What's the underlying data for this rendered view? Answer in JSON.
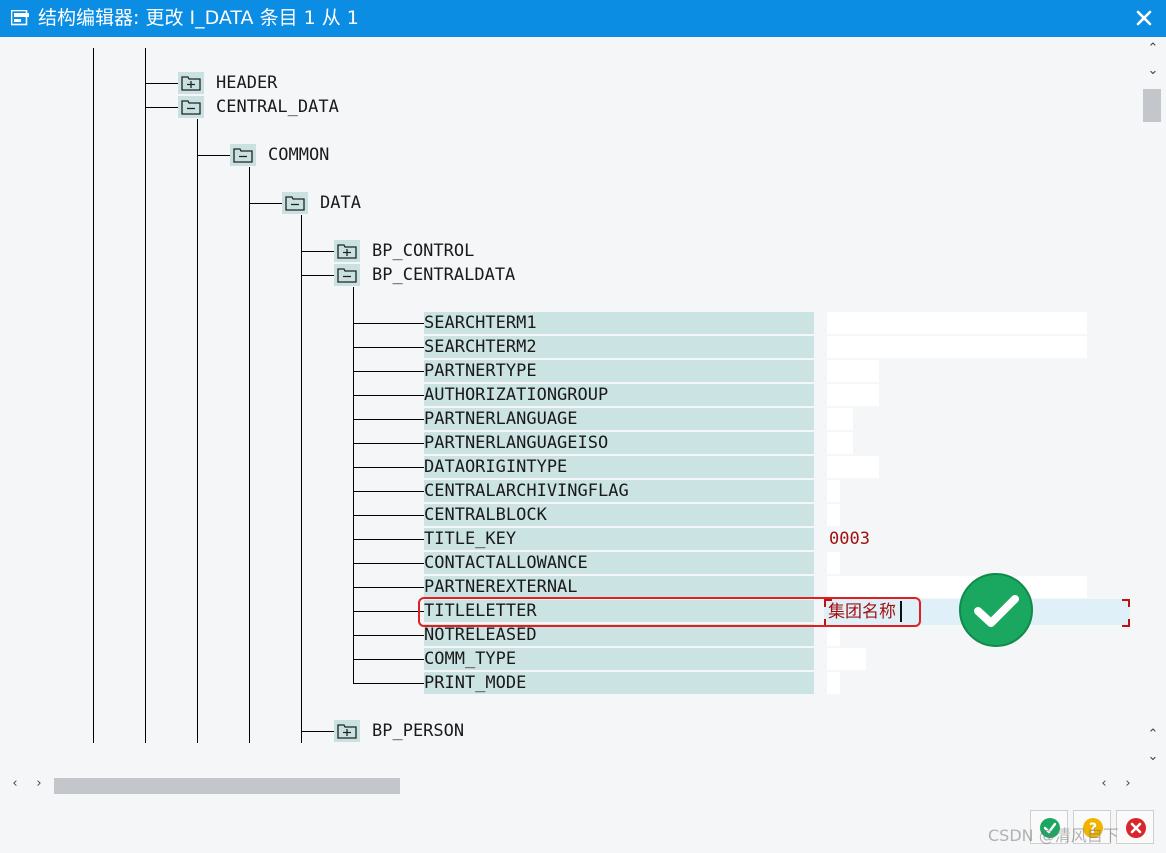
{
  "window": {
    "title": "结构编辑器: 更改 I_DATA 条目 1 从 1"
  },
  "icons": {
    "title": "structure-editor-icon",
    "close": "close-icon",
    "expand": "plus-folder-icon",
    "collapse": "minus-folder-icon",
    "confirm": "check-icon",
    "help": "question-icon",
    "cancel": "cancel-icon"
  },
  "colors": {
    "titlebar": "#0a8de3",
    "node_highlight": "#c9e2e1",
    "value_text": "#a01010",
    "highlight_border": "#e02020",
    "success": "#1aa760"
  },
  "tree": {
    "header": "HEADER",
    "central_data": "CENTRAL_DATA",
    "common": "COMMON",
    "data": "DATA",
    "bp_control": "BP_CONTROL",
    "bp_centraldata": "BP_CENTRALDATA",
    "bp_person": "BP_PERSON"
  },
  "fields": [
    {
      "name": "SEARCHTERM1",
      "value": ""
    },
    {
      "name": "SEARCHTERM2",
      "value": ""
    },
    {
      "name": "PARTNERTYPE",
      "value": ""
    },
    {
      "name": "AUTHORIZATIONGROUP",
      "value": ""
    },
    {
      "name": "PARTNERLANGUAGE",
      "value": ""
    },
    {
      "name": "PARTNERLANGUAGEISO",
      "value": ""
    },
    {
      "name": "DATAORIGINTYPE",
      "value": ""
    },
    {
      "name": "CENTRALARCHIVINGFLAG",
      "value": ""
    },
    {
      "name": "CENTRALBLOCK",
      "value": ""
    },
    {
      "name": "TITLE_KEY",
      "value": "0003"
    },
    {
      "name": "CONTACTALLOWANCE",
      "value": ""
    },
    {
      "name": "PARTNEREXTERNAL",
      "value": ""
    },
    {
      "name": "TITLELETTER",
      "value": "集团名称"
    },
    {
      "name": "NOTRELEASED",
      "value": ""
    },
    {
      "name": "COMM_TYPE",
      "value": ""
    },
    {
      "name": "PRINT_MODE",
      "value": ""
    }
  ],
  "footer": {
    "watermark": "CSDN @清风自下"
  }
}
